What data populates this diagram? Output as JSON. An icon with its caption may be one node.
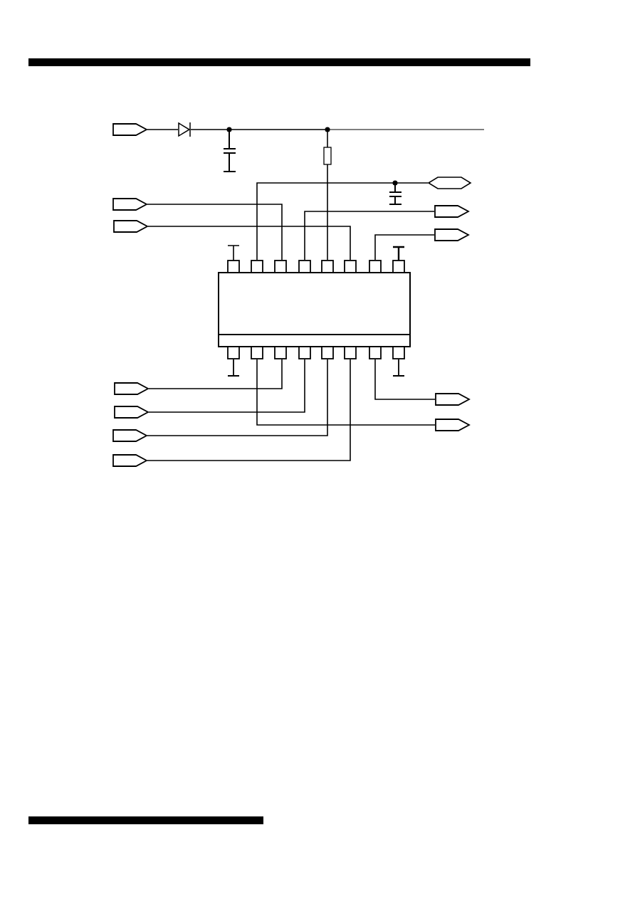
{
  "diagram": {
    "nodes": [
      {
        "text": [],
        "shape": "pentagon"
      },
      {
        "text": [],
        "shape": "diode"
      },
      {
        "text": [],
        "shape": "hexagon"
      },
      {
        "text": [],
        "shape": "pentagon"
      },
      {
        "text": [],
        "shape": "pentagon"
      },
      {
        "text": [],
        "shape": "pentagon"
      },
      {
        "text": [],
        "shape": "pentagon"
      },
      {
        "text": [],
        "shape": "box"
      },
      {
        "text": [],
        "shape": "pentagon"
      },
      {
        "text": [],
        "shape": "pentagon"
      },
      {
        "text": [],
        "shape": "pentagon"
      },
      {
        "text": [],
        "shape": "pentagon"
      },
      {
        "text": [],
        "shape": "pentagon"
      },
      {
        "text": [],
        "shape": "pentagon"
      }
    ],
    "edges": [
      {
        "from": 0,
        "to": 1,
        "arrow": "none"
      },
      {
        "from": 1,
        "to": 7,
        "arrow": "none"
      },
      {
        "from": 2,
        "to": 7,
        "arrow": "none"
      },
      {
        "from": 3,
        "to": 7,
        "arrow": "none"
      },
      {
        "from": 4,
        "to": 7,
        "arrow": "none"
      },
      {
        "from": 5,
        "to": 7,
        "arrow": "none"
      },
      {
        "from": 6,
        "to": 7,
        "arrow": "none"
      },
      {
        "from": 8,
        "to": 7,
        "arrow": "none"
      },
      {
        "from": 9,
        "to": 7,
        "arrow": "none"
      },
      {
        "from": 10,
        "to": 7,
        "arrow": "none"
      },
      {
        "from": 11,
        "to": 7,
        "arrow": "none"
      },
      {
        "from": 12,
        "to": 7,
        "arrow": "none"
      },
      {
        "from": 13,
        "to": 7,
        "arrow": "none"
      }
    ]
  }
}
